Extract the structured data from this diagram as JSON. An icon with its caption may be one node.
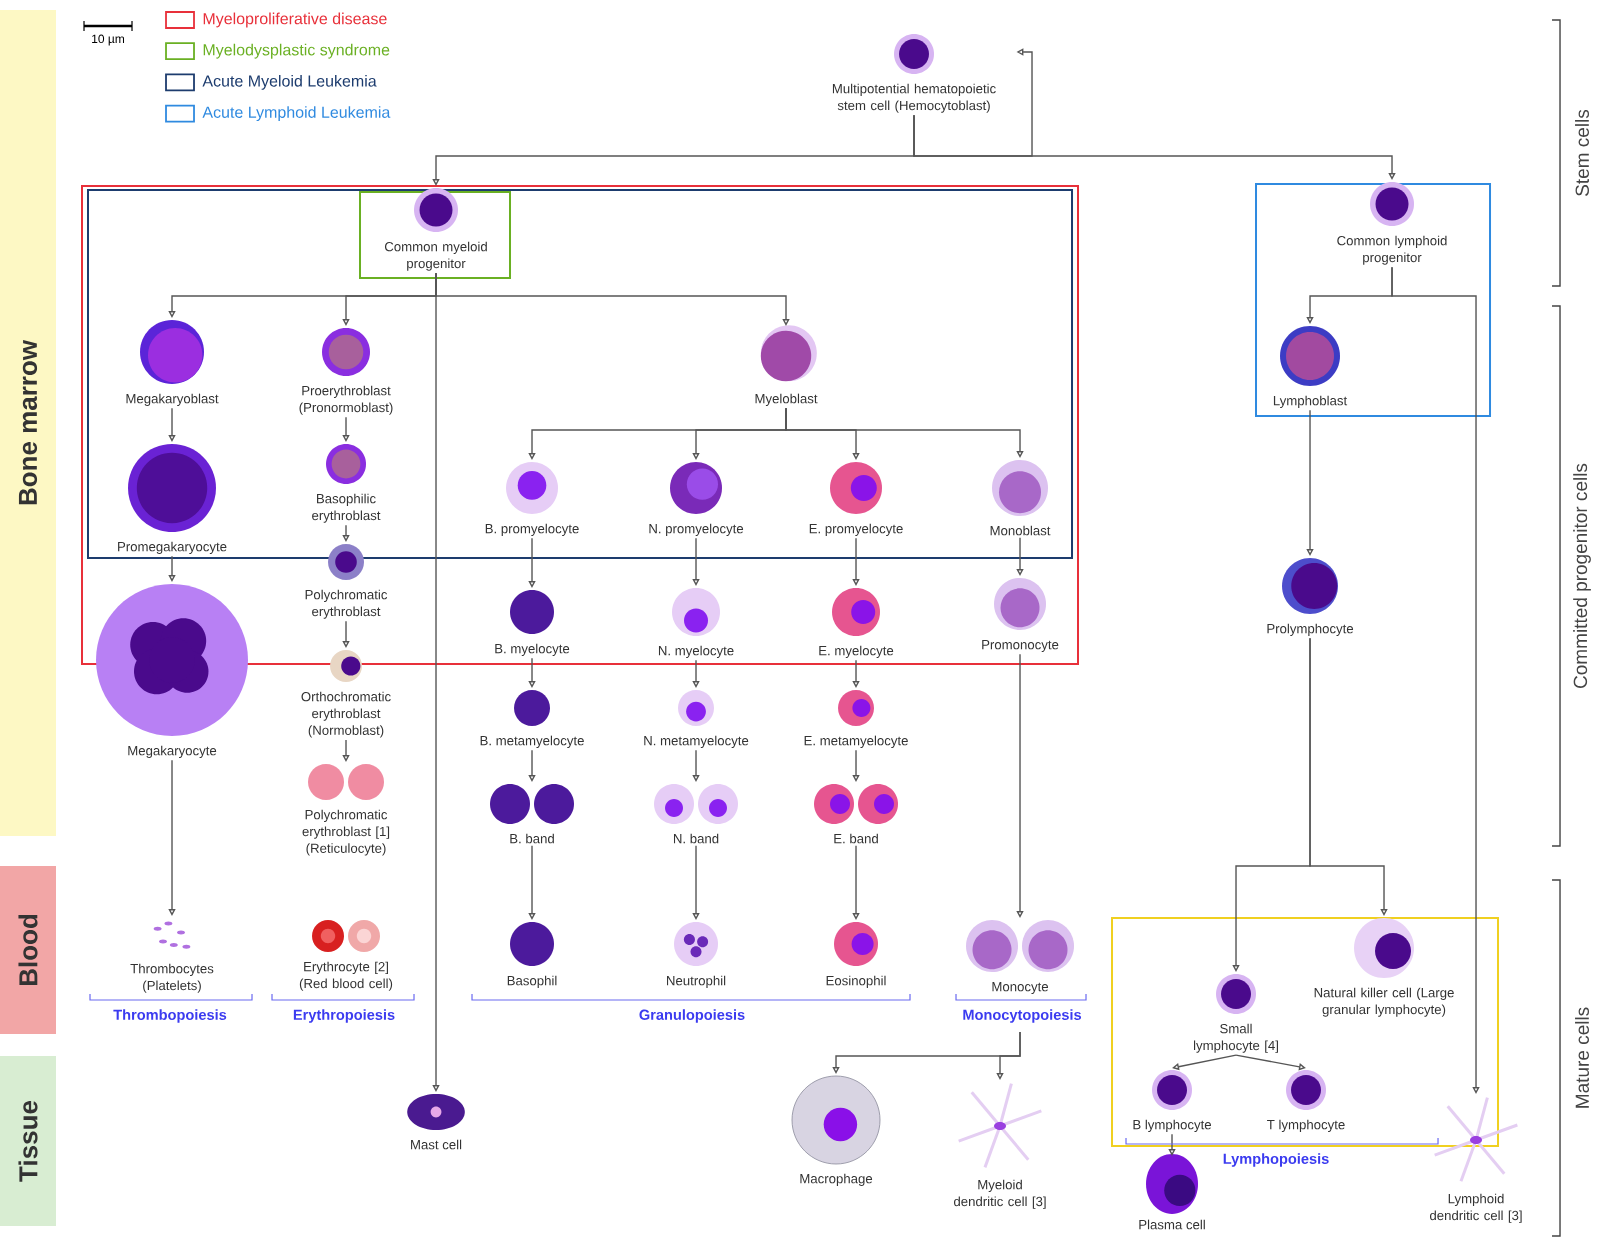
{
  "diagram": {
    "nodes": [
      {
        "text": [
          "Bone marrow"
        ]
      },
      {
        "text": [
          "Blood"
        ]
      },
      {
        "text": [
          "Tissue"
        ]
      },
      {
        "text": [
          "Multipotential hematopoietic stem cell (Hemocytoblast)"
        ]
      },
      {
        "text": [
          "Common myeloid progenitor"
        ]
      },
      {
        "text": [
          "Common lymphoid progenitor"
        ]
      },
      {
        "text": [
          "Megakaryoblast"
        ]
      },
      {
        "text": [
          "Proerythroblast (Pronormoblast)"
        ]
      },
      {
        "text": [
          "Myeloblast"
        ]
      },
      {
        "text": [
          "Promegakaryocyte"
        ]
      },
      {
        "text": [
          "Basophilic erythroblast"
        ]
      },
      {
        "text": [
          "B. promyelocyte"
        ]
      },
      {
        "text": [
          "N. promyelocyte"
        ]
      },
      {
        "text": [
          "E. promyelocyte"
        ]
      },
      {
        "text": [
          "Monoblast"
        ]
      },
      {
        "text": [
          "Lymphoblast"
        ]
      },
      {
        "text": [
          "Megakaryocyte"
        ]
      },
      {
        "text": [
          "Polychromatic erythroblast"
        ]
      },
      {
        "text": [
          "B. myelocyte"
        ]
      },
      {
        "text": [
          "N. myelocyte"
        ]
      },
      {
        "text": [
          "E. myelocyte"
        ]
      },
      {
        "text": [
          "Promonocyte"
        ]
      },
      {
        "text": [
          "Prolymphocyte"
        ]
      },
      {
        "text": [
          "Orthochromatic erythroblast (Normoblast)"
        ]
      },
      {
        "text": [
          "B. metamyelocyte"
        ]
      },
      {
        "text": [
          "N. metamyelocyte"
        ]
      },
      {
        "text": [
          "E. metamyelocyte"
        ]
      },
      {
        "text": [
          "Polychromatic erythroblast [1] (Reticulocyte)"
        ]
      },
      {
        "text": [
          "B. band"
        ]
      },
      {
        "text": [
          "N. band"
        ]
      },
      {
        "text": [
          "E. band"
        ]
      },
      {
        "text": [
          "Thrombocytes (Platelets)"
        ]
      },
      {
        "text": [
          "Erythrocyte [2] (Red blood cell)"
        ]
      },
      {
        "text": [
          "Basophil"
        ]
      },
      {
        "text": [
          "Neutrophil"
        ]
      },
      {
        "text": [
          "Eosinophil"
        ]
      },
      {
        "text": [
          "Monocyte"
        ]
      },
      {
        "text": [
          "Small lymphocyte [4]"
        ]
      },
      {
        "text": [
          "Natural killer cell (Large granular lymphocyte)"
        ]
      },
      {
        "text": [
          "B lymphocyte"
        ]
      },
      {
        "text": [
          "T lymphocyte"
        ]
      },
      {
        "text": [
          "Mast cell"
        ]
      },
      {
        "text": [
          "Macrophage"
        ]
      },
      {
        "text": [
          "Myeloid dendritic cell [3]"
        ]
      },
      {
        "text": [
          "Plasma cell"
        ]
      },
      {
        "text": [
          "Lymphoid dendritic cell [3]"
        ]
      }
    ],
    "edges": [
      {
        "from": 3,
        "to": 3,
        "arrow": "to"
      },
      {
        "from": 3,
        "to": 4,
        "arrow": "to"
      },
      {
        "from": 3,
        "to": 5,
        "arrow": "to"
      },
      {
        "from": 4,
        "to": 6,
        "arrow": "to"
      },
      {
        "from": 4,
        "to": 7,
        "arrow": "to"
      },
      {
        "from": 4,
        "to": 8,
        "arrow": "to"
      },
      {
        "from": 4,
        "to": 41,
        "arrow": "to"
      },
      {
        "from": 5,
        "to": 15,
        "arrow": "to"
      },
      {
        "from": 5,
        "to": 45,
        "arrow": "to"
      },
      {
        "from": 6,
        "to": 9,
        "arrow": "to"
      },
      {
        "from": 9,
        "to": 16,
        "arrow": "to"
      },
      {
        "from": 16,
        "to": 31,
        "arrow": "to"
      },
      {
        "from": 7,
        "to": 10,
        "arrow": "to"
      },
      {
        "from": 10,
        "to": 17,
        "arrow": "to"
      },
      {
        "from": 17,
        "to": 23,
        "arrow": "to"
      },
      {
        "from": 23,
        "to": 27,
        "arrow": "to"
      },
      {
        "from": 8,
        "to": 11,
        "arrow": "to"
      },
      {
        "from": 8,
        "to": 12,
        "arrow": "to"
      },
      {
        "from": 8,
        "to": 13,
        "arrow": "to"
      },
      {
        "from": 8,
        "to": 14,
        "arrow": "to"
      },
      {
        "from": 11,
        "to": 18,
        "arrow": "to"
      },
      {
        "from": 18,
        "to": 24,
        "arrow": "to"
      },
      {
        "from": 24,
        "to": 28,
        "arrow": "to"
      },
      {
        "from": 28,
        "to": 33,
        "arrow": "to"
      },
      {
        "from": 12,
        "to": 19,
        "arrow": "to"
      },
      {
        "from": 19,
        "to": 25,
        "arrow": "to"
      },
      {
        "from": 25,
        "to": 29,
        "arrow": "to"
      },
      {
        "from": 29,
        "to": 34,
        "arrow": "to"
      },
      {
        "from": 13,
        "to": 20,
        "arrow": "to"
      },
      {
        "from": 20,
        "to": 26,
        "arrow": "to"
      },
      {
        "from": 26,
        "to": 30,
        "arrow": "to"
      },
      {
        "from": 30,
        "to": 35,
        "arrow": "to"
      },
      {
        "from": 14,
        "to": 21,
        "arrow": "to"
      },
      {
        "from": 21,
        "to": 36,
        "arrow": "to"
      },
      {
        "from": 36,
        "to": 42,
        "arrow": "to"
      },
      {
        "from": 36,
        "to": 43,
        "arrow": "to"
      },
      {
        "from": 15,
        "to": 22,
        "arrow": "to"
      },
      {
        "from": 22,
        "to": 37,
        "arrow": "to"
      },
      {
        "from": 22,
        "to": 38,
        "arrow": "to"
      },
      {
        "from": 37,
        "to": 39,
        "arrow": "to"
      },
      {
        "from": 37,
        "to": 40,
        "arrow": "to"
      },
      {
        "from": 39,
        "to": 44,
        "arrow": "to"
      }
    ],
    "labels": [
      "10 µm",
      "Stem cells",
      "Committed progenitor cells",
      "Mature cells",
      "Thrombopoiesis",
      "Erythropoiesis",
      "Granulopoiesis",
      "Monocytopoiesis",
      "Lymphopoiesis"
    ],
    "legend": [
      {
        "text": "Myeloproliferative disease",
        "color": "#e8303a"
      },
      {
        "text": "Myelodysplastic syndrome",
        "color": "#6ab023"
      },
      {
        "text": "Acute Myeloid Leukemia",
        "color": "#1d3c6e"
      },
      {
        "text": "Acute Lymphoid Leukemia",
        "color": "#2f8ae0"
      }
    ]
  }
}
